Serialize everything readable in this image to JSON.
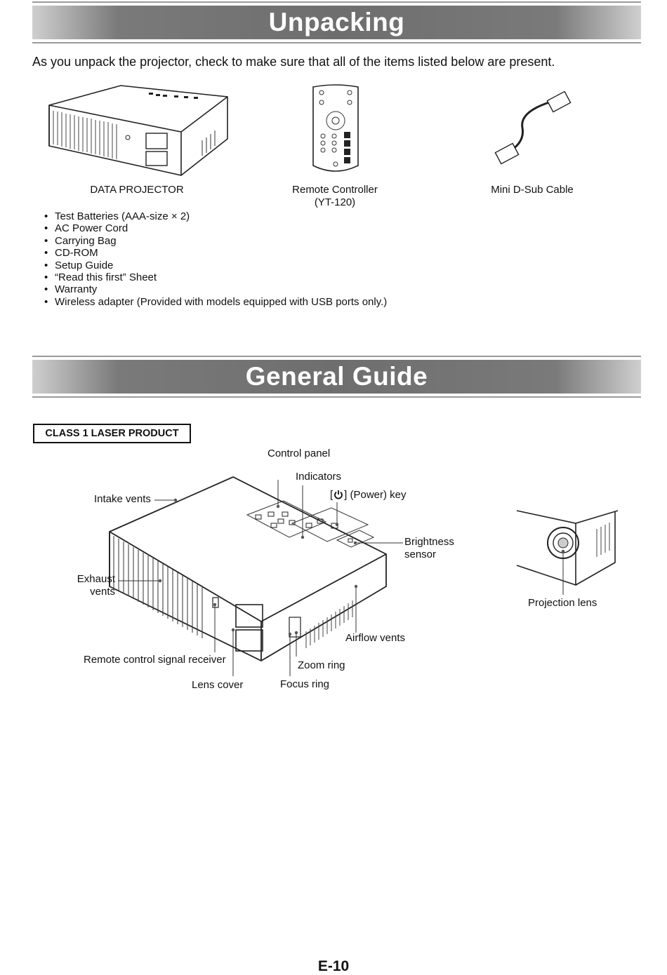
{
  "unpacking": {
    "title": "Unpacking",
    "intro": "As you unpack the projector, check to make sure that all of the items listed below are present.",
    "captions": {
      "projector": "DATA PROJECTOR",
      "remote_line1": "Remote Controller",
      "remote_line2": "(YT-120)",
      "cable": "Mini D-Sub Cable"
    },
    "items": [
      "Test Batteries (AAA-size × 2)",
      "AC Power Cord",
      "Carrying Bag",
      "CD-ROM",
      "Setup Guide",
      "“Read this first” Sheet",
      "Warranty",
      "Wireless adapter (Provided with models equipped with USB ports only.)"
    ]
  },
  "general_guide": {
    "title": "General Guide",
    "laser_notice": "CLASS 1 LASER PRODUCT",
    "labels": {
      "control_panel": "Control panel",
      "indicators": "Indicators",
      "power_key_open": "[",
      "power_key_close": "] (Power) key",
      "intake_vents": "Intake vents",
      "brightness_line1": "Brightness",
      "brightness_line2": "sensor",
      "exhaust_line1": "Exhaust",
      "exhaust_line2": "vents",
      "airflow_vents": "Airflow vents",
      "remote_receiver": "Remote control signal receiver",
      "zoom_ring": "Zoom ring",
      "lens_cover": "Lens cover",
      "focus_ring": "Focus ring",
      "projection_lens": "Projection lens"
    }
  },
  "page_number": "E-10"
}
